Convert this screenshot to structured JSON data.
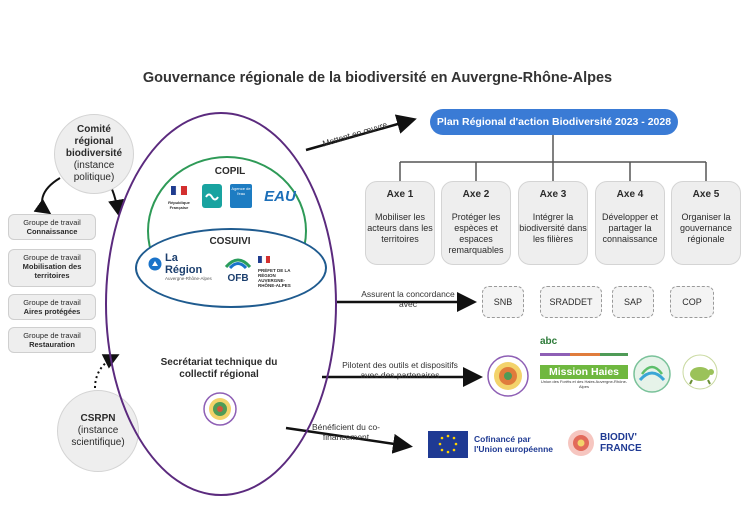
{
  "title": "Gouvernance régionale de la biodiversité en Auvergne-Rhône-Alpes",
  "comite": {
    "name": "Comité régional biodiversité",
    "sub": "(instance politique)"
  },
  "csrpn": {
    "name": "CSRPN",
    "sub": "(instance scientifique)"
  },
  "working_groups": [
    {
      "prefix": "Groupe de travail",
      "name": "Connaissance"
    },
    {
      "prefix": "Groupe de travail",
      "name": "Mobilisation des territoires"
    },
    {
      "prefix": "Groupe de travail",
      "name": "Aires protégées"
    },
    {
      "prefix": "Groupe de travail",
      "name": "Restauration"
    }
  ],
  "copil": {
    "label": "COPIL",
    "logos": [
      "République Française",
      "Agence de l'eau",
      "EAU"
    ]
  },
  "cosuivi": {
    "label": "COSUIVI",
    "logos": {
      "region": "La Région",
      "region_sub": "Auvergne-Rhône-Alpes",
      "ofb": "OFB",
      "prefet": "PRÉFET DE LA RÉGION AUVERGNE-RHÔNE-ALPES"
    }
  },
  "secretariat": {
    "label": "Secrétariat technique du collectif régional"
  },
  "arrows": {
    "mettent": "Mettent en œuvre",
    "assurent": "Assurent la concordance avec",
    "pilotent": "Pilotent des outils et dispositifs avec des partenaires",
    "beneficient": "Bénéficient du co-financement"
  },
  "plan": {
    "label": "Plan Régional d'action Biodiversité 2023 - 2028"
  },
  "axes": [
    {
      "head": "Axe 1",
      "text": "Mobiliser les acteurs dans les territoires"
    },
    {
      "head": "Axe 2",
      "text": "Protéger les espèces et espaces remarquables"
    },
    {
      "head": "Axe 3",
      "text": "Intégrer la biodiversité dans les filières"
    },
    {
      "head": "Axe 4",
      "text": "Développer et partager la connaissance"
    },
    {
      "head": "Axe 5",
      "text": "Organiser la gouvernance régionale"
    }
  ],
  "documents": [
    "SNB",
    "SRADDET",
    "SAP",
    "COP"
  ],
  "partners": {
    "abc": "abc",
    "mission_haies": "Mission Haies",
    "mission_haies_sub": "Union des Forêts et des Haies Auvergne-Rhône-Alpes"
  },
  "funding": {
    "eu": "Cofinancé par l'Union européenne",
    "biodiv": "BIODIV' FRANCE"
  },
  "colors": {
    "plan_blue": "#3a7bd5",
    "purple": "#5b2a7e",
    "green": "#2e9a57",
    "navy": "#1f5b8f"
  }
}
